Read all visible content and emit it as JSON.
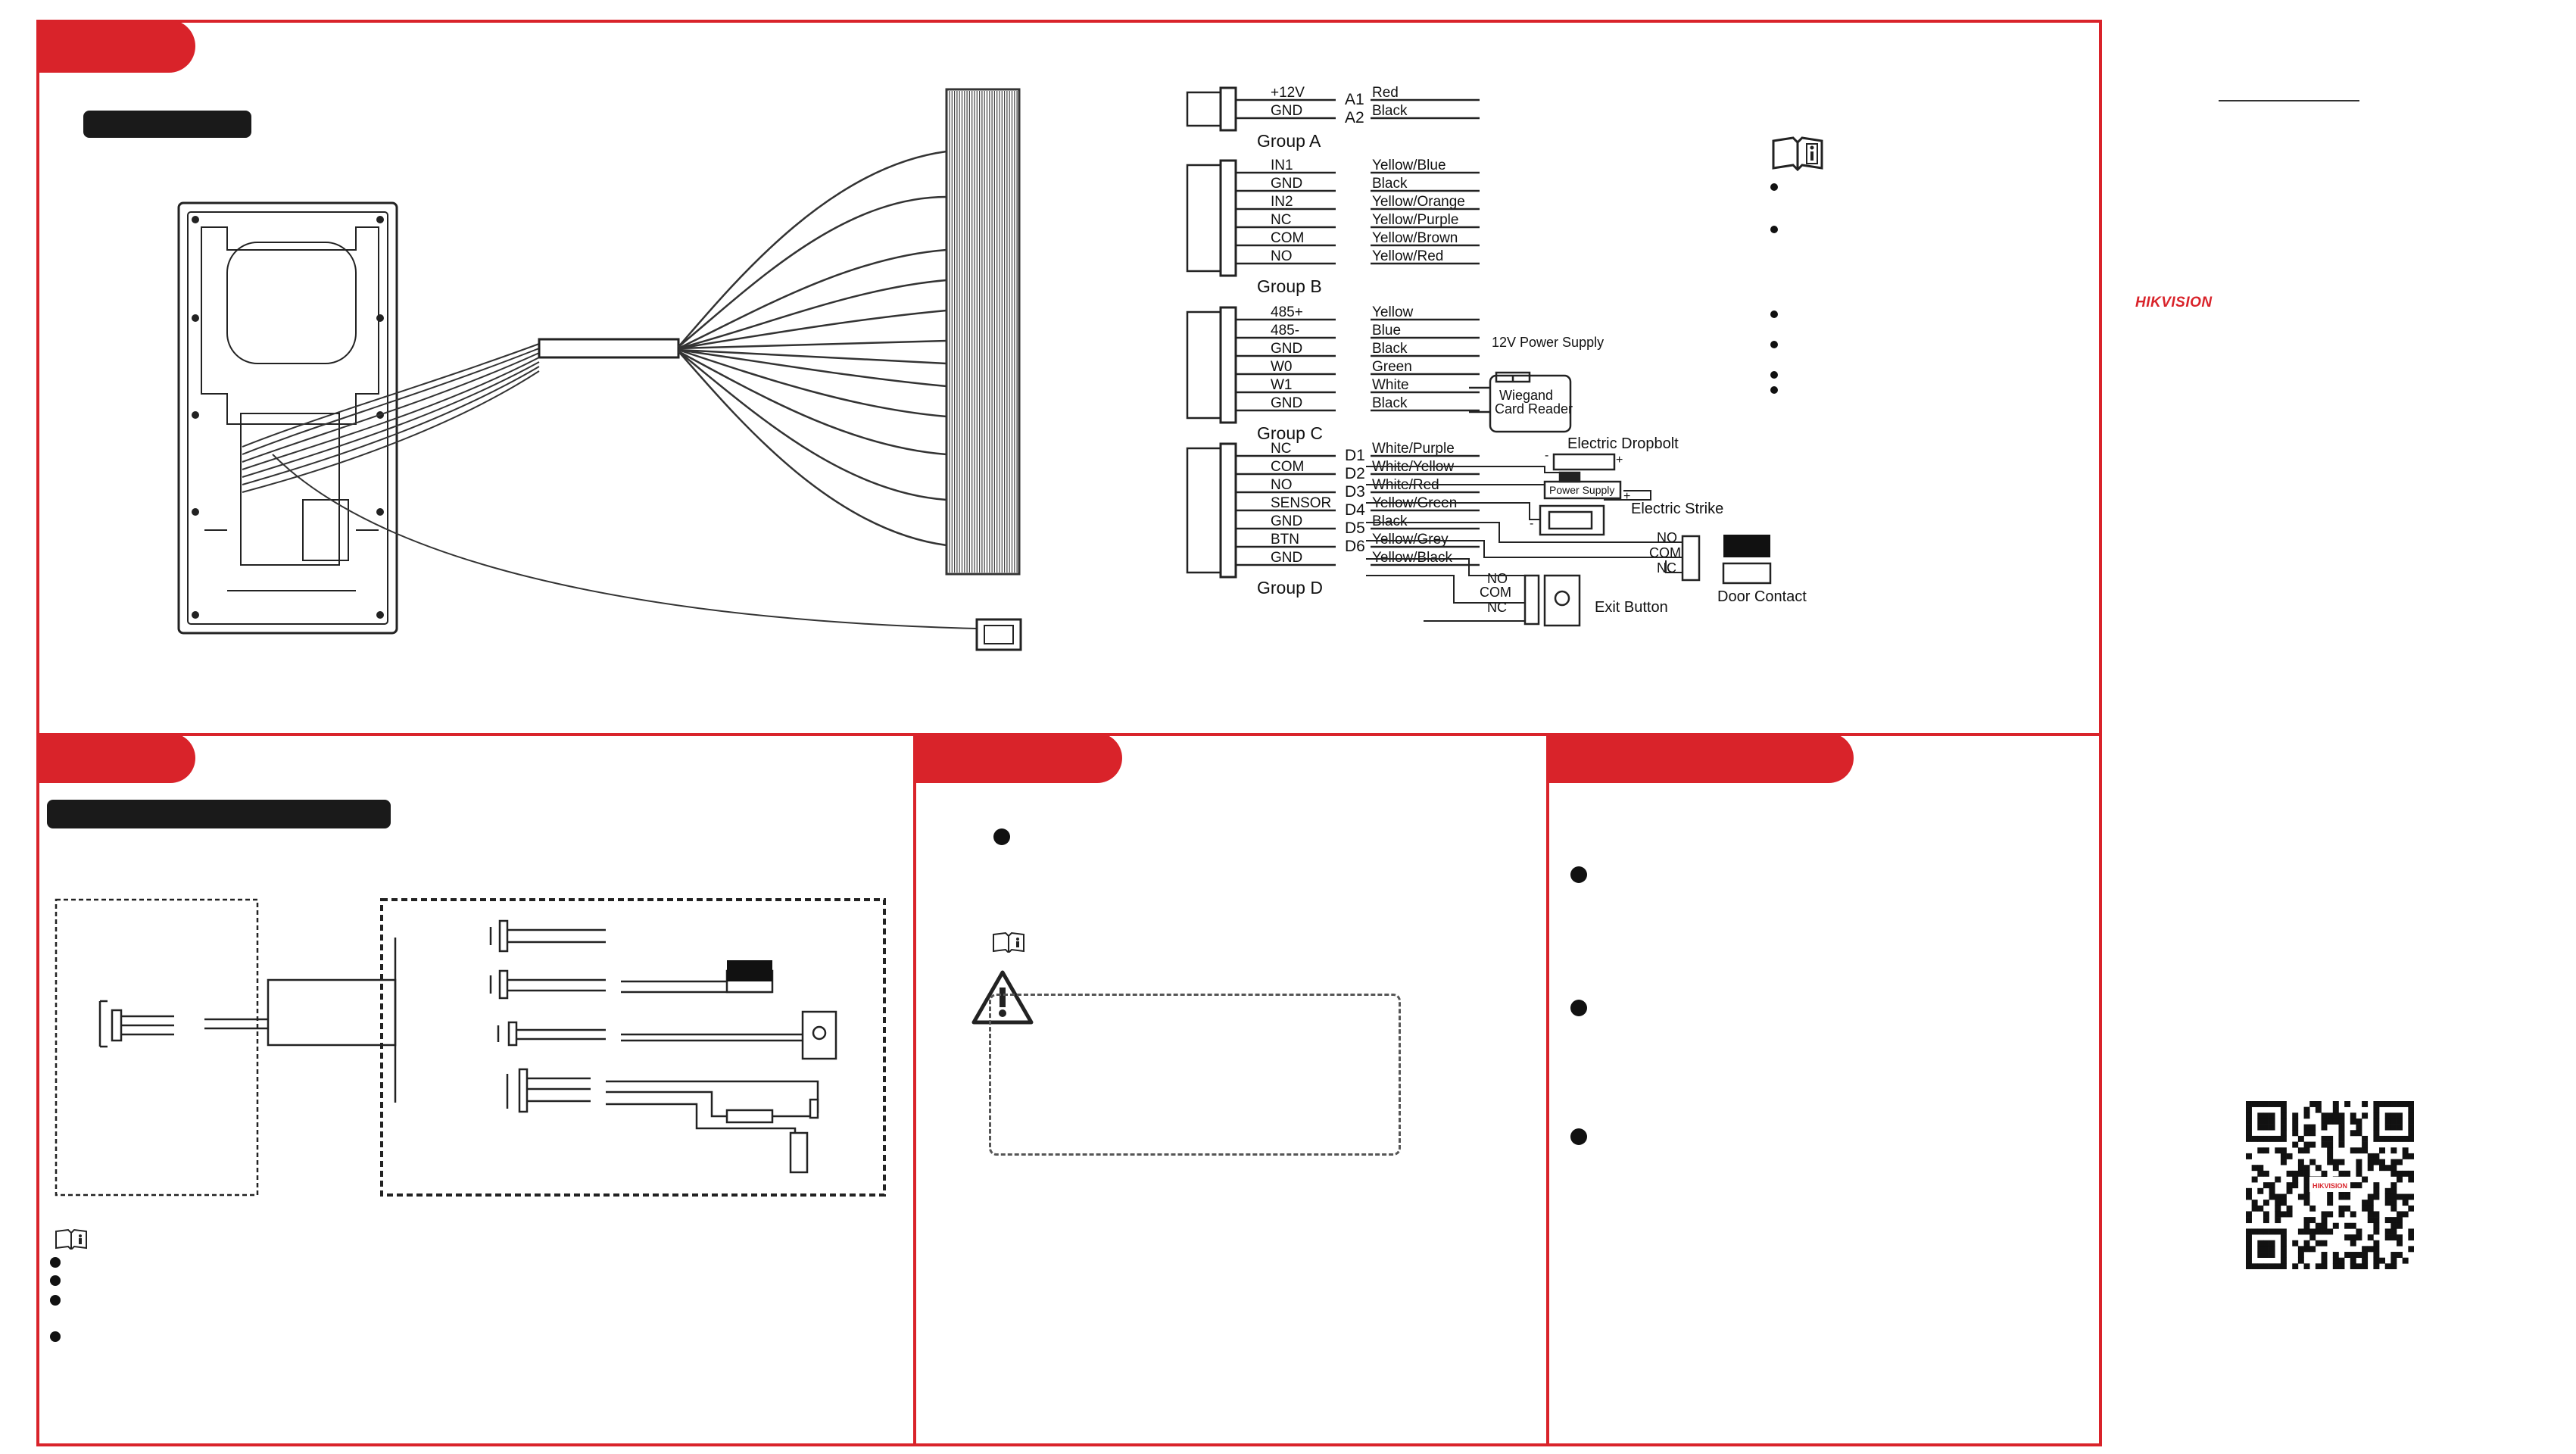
{
  "brand": {
    "logo_text": "HIKVISION",
    "accent": "#d9232a"
  },
  "wiring": {
    "groups": [
      {
        "name": "Group A",
        "rows": [
          {
            "terminal": "+12V",
            "pin": "A1",
            "color": "Red"
          },
          {
            "terminal": "GND",
            "pin": "A2",
            "color": "Black"
          }
        ]
      },
      {
        "name": "Group B",
        "rows": [
          {
            "terminal": "IN1",
            "pin": "",
            "color": "Yellow/Blue"
          },
          {
            "terminal": "GND",
            "pin": "",
            "color": "Black"
          },
          {
            "terminal": "IN2",
            "pin": "",
            "color": "Yellow/Orange"
          },
          {
            "terminal": "NC",
            "pin": "",
            "color": "Yellow/Purple"
          },
          {
            "terminal": "COM",
            "pin": "",
            "color": "Yellow/Brown"
          },
          {
            "terminal": "NO",
            "pin": "",
            "color": "Yellow/Red"
          }
        ]
      },
      {
        "name": "Group C",
        "rows": [
          {
            "terminal": "485+",
            "pin": "",
            "color": "Yellow"
          },
          {
            "terminal": "485-",
            "pin": "",
            "color": "Blue"
          },
          {
            "terminal": "GND",
            "pin": "",
            "color": "Black"
          },
          {
            "terminal": "W0",
            "pin": "",
            "color": "Green"
          },
          {
            "terminal": "W1",
            "pin": "",
            "color": "White"
          },
          {
            "terminal": "GND",
            "pin": "",
            "color": "Black"
          }
        ]
      },
      {
        "name": "Group D",
        "rows": [
          {
            "terminal": "NC",
            "pin": "D1",
            "color": "White/Purple"
          },
          {
            "terminal": "COM",
            "pin": "D2",
            "color": "White/Yellow"
          },
          {
            "terminal": "NO",
            "pin": "D3",
            "color": "White/Red"
          },
          {
            "terminal": "SENSOR",
            "pin": "D4",
            "color": "Yellow/Green"
          },
          {
            "terminal": "GND",
            "pin": "D5",
            "color": "Black"
          },
          {
            "terminal": "BTN",
            "pin": "D6",
            "color": "Yellow/Grey"
          },
          {
            "terminal": "GND",
            "pin": "",
            "color": "Yellow/Black"
          }
        ]
      }
    ],
    "devices": {
      "power_12v": "12V Power Supply",
      "wiegand_line1": "Wiegand",
      "wiegand_line2": "Card Reader",
      "dropbolt": "Electric Dropbolt",
      "power_supply": "Power Supply",
      "strike": "Electric Strike",
      "door_contact": "Door Contact",
      "exit_button": "Exit Button",
      "contact_no": "NO",
      "contact_com": "COM",
      "contact_nc": "NC",
      "btn_no": "NO",
      "btn_com": "COM",
      "btn_nc": "NC",
      "plus": "+",
      "minus": "-"
    }
  },
  "icons": [
    "note-icon",
    "warning-icon",
    "qr-code"
  ]
}
